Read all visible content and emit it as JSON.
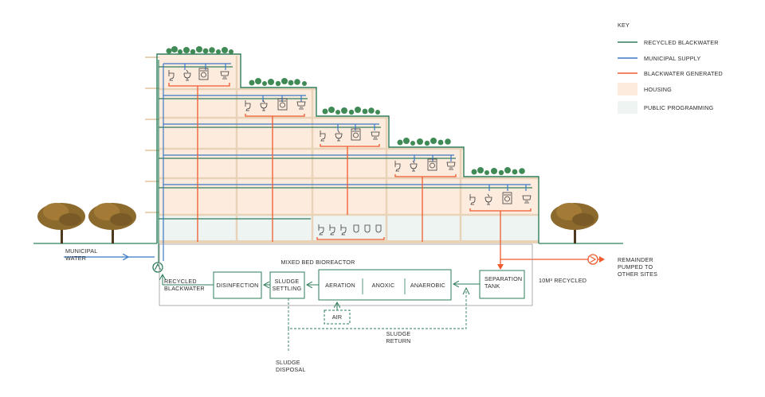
{
  "key": {
    "title": "KEY",
    "items": [
      {
        "label": "RECYCLED BLACKWATER",
        "color": "#2e7d5b",
        "kind": "line"
      },
      {
        "label": "MUNICIPAL SUPPLY",
        "color": "#3b78c4",
        "kind": "line"
      },
      {
        "label": "BLACKWATER GENERATED",
        "color": "#ef5a2e",
        "kind": "line"
      },
      {
        "label": "HOUSING",
        "color": "#fdebdd",
        "kind": "swatch"
      },
      {
        "label": "PUBLIC PROGRAMMING",
        "color": "#eef4f2",
        "kind": "swatch"
      }
    ]
  },
  "colors": {
    "recycled": "#2e7d5b",
    "municipal": "#3b78c4",
    "blackwater": "#ef5a2e",
    "housing": "#fdebdd",
    "public": "#eef4f2",
    "structure": "#e8d3b9",
    "tree_foliage": "#8c6a2e",
    "tree_trunk": "#4f3a20",
    "plant": "#3f8a55"
  },
  "labels": {
    "municipal_water": [
      "MUNICIPAL",
      "WATER"
    ],
    "recycled_blackwater": [
      "RECYCLED",
      "BLACKWATER"
    ],
    "mixed_bed_bioreactor": "MIXED BED BIOREACTOR",
    "recycled_volume": "10M³ RECYCLED",
    "remainder": [
      "REMAINDER",
      "PUMPED TO",
      "OTHER SITES"
    ],
    "sludge_return": [
      "SLUDGE",
      "RETURN"
    ],
    "sludge_disposal": [
      "SLUDGE",
      "DISPOSAL"
    ]
  },
  "process": {
    "disinfection": "DISINFECTION",
    "sludge_settling": [
      "SLUDGE",
      "SETTLING"
    ],
    "aeration": "AERATION",
    "anoxic": "ANOXIC",
    "anaerobic": "ANAEROBIC",
    "separation_tank": [
      "SEPARATION",
      "TANK"
    ],
    "air": "AIR"
  }
}
